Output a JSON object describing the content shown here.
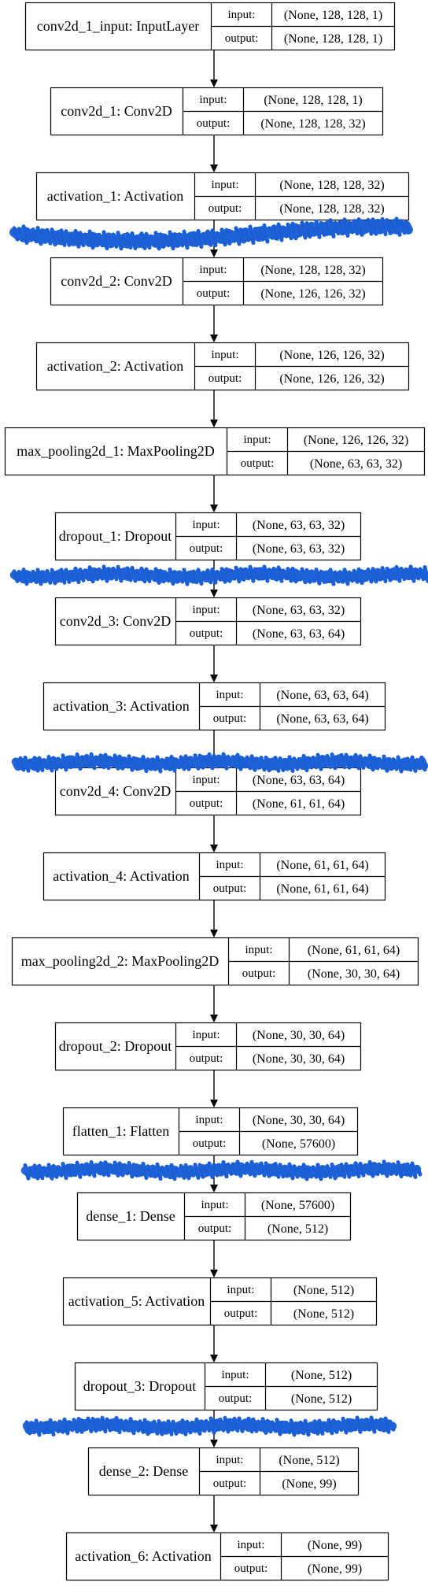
{
  "layers": [
    {
      "name": "conv2d_1_input: InputLayer",
      "input_label": "input:",
      "output_label": "output:",
      "input_shape": "(None, 128, 128, 1)",
      "output_shape": "(None, 128, 128, 1)"
    },
    {
      "name": "conv2d_1: Conv2D",
      "input_label": "input:",
      "output_label": "output:",
      "input_shape": "(None, 128, 128, 1)",
      "output_shape": "(None, 128, 128, 32)"
    },
    {
      "name": "activation_1: Activation",
      "input_label": "input:",
      "output_label": "output:",
      "input_shape": "(None, 128, 128, 32)",
      "output_shape": "(None, 128, 128, 32)"
    },
    {
      "name": "conv2d_2: Conv2D",
      "input_label": "input:",
      "output_label": "output:",
      "input_shape": "(None, 128, 128, 32)",
      "output_shape": "(None, 126, 126, 32)"
    },
    {
      "name": "activation_2: Activation",
      "input_label": "input:",
      "output_label": "output:",
      "input_shape": "(None, 126, 126, 32)",
      "output_shape": "(None, 126, 126, 32)"
    },
    {
      "name": "max_pooling2d_1: MaxPooling2D",
      "input_label": "input:",
      "output_label": "output:",
      "input_shape": "(None, 126, 126, 32)",
      "output_shape": "(None, 63, 63, 32)"
    },
    {
      "name": "dropout_1: Dropout",
      "input_label": "input:",
      "output_label": "output:",
      "input_shape": "(None, 63, 63, 32)",
      "output_shape": "(None, 63, 63, 32)"
    },
    {
      "name": "conv2d_3: Conv2D",
      "input_label": "input:",
      "output_label": "output:",
      "input_shape": "(None, 63, 63, 32)",
      "output_shape": "(None, 63, 63, 64)"
    },
    {
      "name": "activation_3: Activation",
      "input_label": "input:",
      "output_label": "output:",
      "input_shape": "(None, 63, 63, 64)",
      "output_shape": "(None, 63, 63, 64)"
    },
    {
      "name": "conv2d_4: Conv2D",
      "input_label": "input:",
      "output_label": "output:",
      "input_shape": "(None, 63, 63, 64)",
      "output_shape": "(None, 61, 61, 64)"
    },
    {
      "name": "activation_4: Activation",
      "input_label": "input:",
      "output_label": "output:",
      "input_shape": "(None, 61, 61, 64)",
      "output_shape": "(None, 61, 61, 64)"
    },
    {
      "name": "max_pooling2d_2: MaxPooling2D",
      "input_label": "input:",
      "output_label": "output:",
      "input_shape": "(None, 61, 61, 64)",
      "output_shape": "(None, 30, 30, 64)"
    },
    {
      "name": "dropout_2: Dropout",
      "input_label": "input:",
      "output_label": "output:",
      "input_shape": "(None, 30, 30, 64)",
      "output_shape": "(None, 30, 30, 64)"
    },
    {
      "name": "flatten_1: Flatten",
      "input_label": "input:",
      "output_label": "output:",
      "input_shape": "(None, 30, 30, 64)",
      "output_shape": "(None, 57600)"
    },
    {
      "name": "dense_1: Dense",
      "input_label": "input:",
      "output_label": "output:",
      "input_shape": "(None, 57600)",
      "output_shape": "(None, 512)"
    },
    {
      "name": "activation_5: Activation",
      "input_label": "input:",
      "output_label": "output:",
      "input_shape": "(None, 512)",
      "output_shape": "(None, 512)"
    },
    {
      "name": "dropout_3: Dropout",
      "input_label": "input:",
      "output_label": "output:",
      "input_shape": "(None, 512)",
      "output_shape": "(None, 512)"
    },
    {
      "name": "dense_2: Dense",
      "input_label": "input:",
      "output_label": "output:",
      "input_shape": "(None, 512)",
      "output_shape": "(None, 99)"
    },
    {
      "name": "activation_6: Activation",
      "input_label": "input:",
      "output_label": "output:",
      "input_shape": "(None, 99)",
      "output_shape": "(None, 99)"
    }
  ],
  "colors": {
    "scribble": "#1a5fd6",
    "line": "#000000",
    "background": "#ffffff"
  }
}
